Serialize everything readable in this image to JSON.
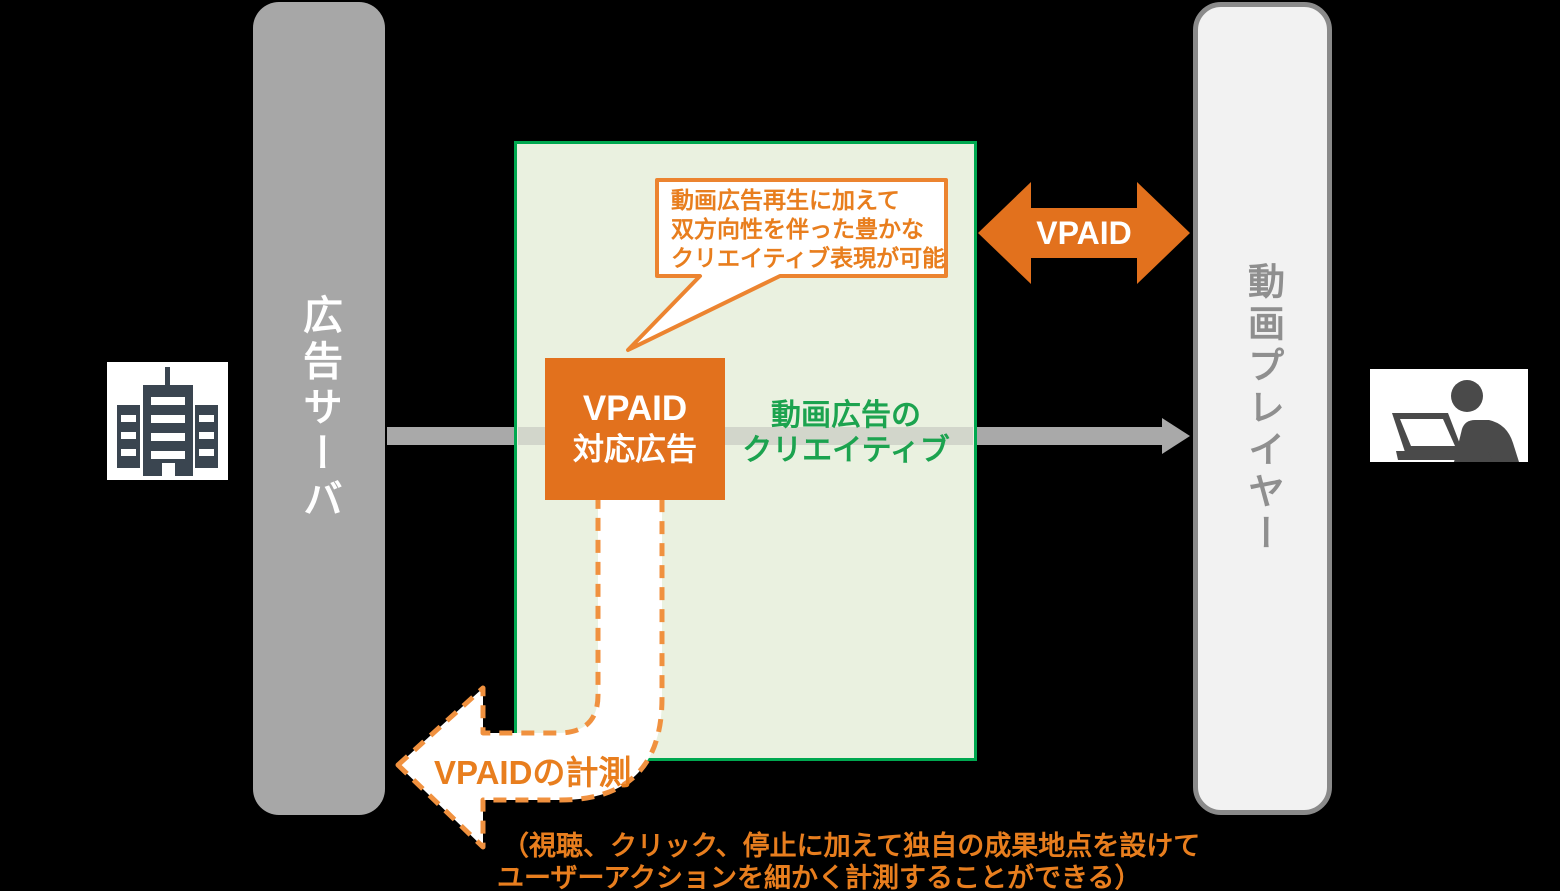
{
  "diagram": {
    "ad_server": {
      "label": "広告サーバ"
    },
    "video_player": {
      "label": "動画プレイヤー"
    },
    "vpaid_ad_box": {
      "title": "VPAID",
      "subtitle": "対応広告"
    },
    "speech_bubble": {
      "lines": [
        "動画広告再生に加えて",
        "双方向性を伴った豊かな",
        "クリエイティブ表現が可能"
      ]
    },
    "vpaid_protocol_arrow": {
      "label": "VPAID"
    },
    "creative_label": {
      "lines": [
        "動画広告の",
        "クリエイティブ"
      ]
    },
    "measurement_arrow": {
      "label": "VPAIDの計測"
    },
    "caption": {
      "lines": [
        "（視聴、クリック、停止に加えて独自の成果地点を設けて",
        "ユーザーアクションを細かく計測することができる）"
      ]
    },
    "icons": {
      "advertiser": "building-icon",
      "viewer": "person-laptop-icon"
    }
  },
  "colors": {
    "background": "#000000",
    "orange_solid": "#E2711D",
    "orange_dash": "#F0913F",
    "orange_border": "#EC8430",
    "orange_text": "#E87E1E",
    "green_border": "#00A850",
    "green_fill": "#EAF1E0",
    "green_text": "#1CA34F",
    "gray_bar": "#A7A7A7",
    "gray_arrow": "#A9A9A9",
    "gray_arrow_muted": "#D2D6CB",
    "player_fill": "#F2F2F2",
    "player_border": "#8A8A8A",
    "player_text": "#8F8F8F",
    "building_icon": "#3A4550",
    "person_icon": "#4A4A4A"
  }
}
